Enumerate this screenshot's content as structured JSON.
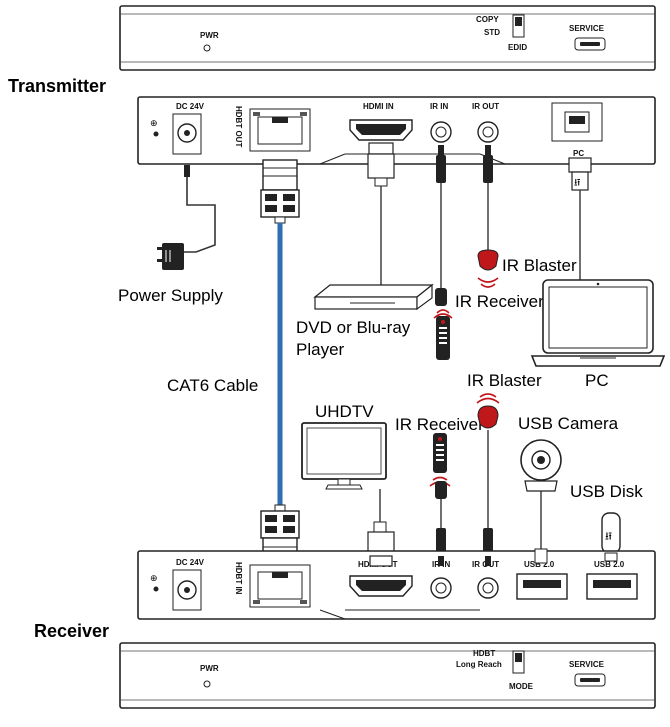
{
  "headings": {
    "transmitter": "Transmitter",
    "receiver": "Receiver"
  },
  "tx_top": {
    "pwr": "PWR",
    "copy": "COPY",
    "std": "STD",
    "edid": "EDID",
    "service": "SERVICE"
  },
  "tx_front": {
    "dc": "DC 24V",
    "hdbt": "HDBT OUT",
    "hdmi": "HDMI IN",
    "irin": "IR IN",
    "irout": "IR OUT",
    "pc_port": "PC"
  },
  "rx_front": {
    "dc": "DC 24V",
    "hdbt": "HDBT IN",
    "hdmi": "HDMI OUT",
    "irin": "IR IN",
    "irout": "IR OUT",
    "usb1": "USB 2.0",
    "usb2": "USB 2.0"
  },
  "rx_bottom": {
    "pwr": "PWR",
    "hdbt": "HDBT",
    "long_reach": "Long Reach",
    "mode": "MODE",
    "service": "SERVICE"
  },
  "labels": {
    "power_supply": "Power Supply",
    "cat6": "CAT6 Cable",
    "dvd_line1": "DVD or Blu-ray",
    "dvd_line2": "Player",
    "ir_blaster_tx": "IR Blaster",
    "ir_receiver_tx": "IR Receiver",
    "pc": "PC",
    "uhdtv": "UHDTV",
    "ir_blaster_rx": "IR Blaster",
    "ir_receiver_rx": "IR Receiver",
    "usb_camera": "USB Camera",
    "usb_disk": "USB Disk"
  },
  "colors": {
    "cat6_cable": "#2f6db5",
    "ir_red": "#c0171b",
    "device_stroke": "#222222"
  }
}
